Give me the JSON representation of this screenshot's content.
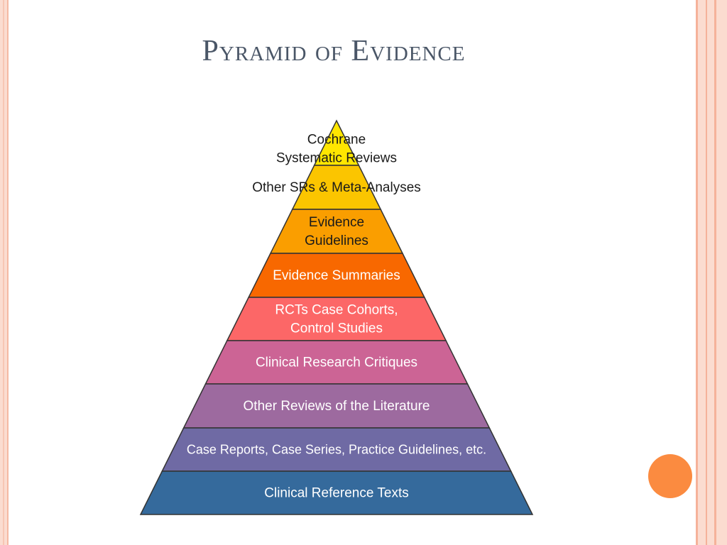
{
  "title": "Pyramid of Evidence",
  "pyramid": {
    "levels": [
      {
        "lines": [
          "Cochrane",
          "Systematic Reviews"
        ],
        "fill": "#ffe600",
        "text_color": "#1a1a1a"
      },
      {
        "lines": [
          "Other SRs & Meta-Analyses"
        ],
        "fill": "#fbc500",
        "text_color": "#1a1a1a"
      },
      {
        "lines": [
          "Evidence",
          "Guidelines"
        ],
        "fill": "#fa9e00",
        "text_color": "#1a1a1a"
      },
      {
        "lines": [
          "Evidence Summaries"
        ],
        "fill": "#f86800",
        "text_color": "#ffffff"
      },
      {
        "lines": [
          "RCTs Case Cohorts,",
          "Control Studies"
        ],
        "fill": "#fc6767",
        "text_color": "#ffffff"
      },
      {
        "lines": [
          "Clinical Research Critiques"
        ],
        "fill": "#cc6495",
        "text_color": "#ffffff"
      },
      {
        "lines": [
          "Other Reviews of the Literature"
        ],
        "fill": "#9d6a9f",
        "text_color": "#ffffff"
      },
      {
        "lines": [
          "Case Reports, Case Series, Practice Guidelines, etc."
        ],
        "fill": "#6f6aa4",
        "text_color": "#ffffff"
      },
      {
        "lines": [
          "Clinical Reference Texts"
        ],
        "fill": "#356a9c",
        "text_color": "#ffffff"
      }
    ]
  },
  "colors": {
    "frame": "#fbdcd0",
    "accent_dot": "#fb8b40",
    "title": "#4a5667"
  }
}
